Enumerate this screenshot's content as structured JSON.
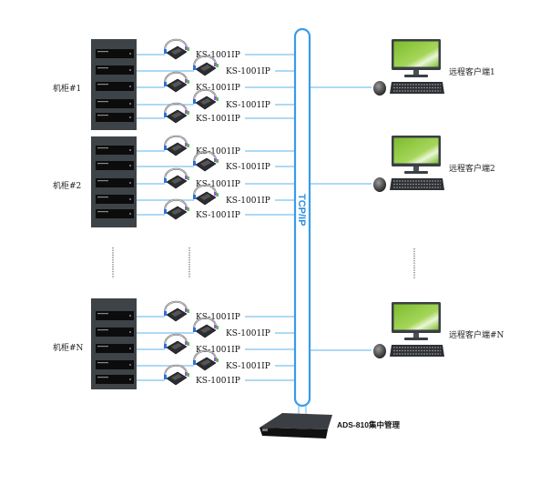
{
  "diagram": {
    "bus_label": "TCP/IP",
    "colors": {
      "bus": "#3a9be8",
      "link": "#7cc3ef",
      "rack": "#3d4347",
      "rack_slot": "#0c0c0c",
      "screen": "#8cc63f",
      "ellipsis": "#666666"
    },
    "racks": [
      {
        "label": "机柜#1",
        "modules": [
          {
            "label": "KS-1001IP",
            "offset": "near"
          },
          {
            "label": "KS-1001IP",
            "offset": "far"
          },
          {
            "label": "KS-1001IP",
            "offset": "near"
          },
          {
            "label": "KS-1001IP",
            "offset": "far"
          },
          {
            "label": "KS-1001IP",
            "offset": "near"
          }
        ]
      },
      {
        "label": "机柜#2",
        "modules": [
          {
            "label": "KS-1001IP",
            "offset": "near"
          },
          {
            "label": "KS-1001IP",
            "offset": "far"
          },
          {
            "label": "KS-1001IP",
            "offset": "near"
          },
          {
            "label": "KS-1001IP",
            "offset": "far"
          },
          {
            "label": "KS-1001IP",
            "offset": "near"
          }
        ]
      },
      {
        "label": "机柜#N",
        "modules": [
          {
            "label": "KS-1001IP",
            "offset": "near"
          },
          {
            "label": "KS-1001IP",
            "offset": "far"
          },
          {
            "label": "KS-1001IP",
            "offset": "near"
          },
          {
            "label": "KS-1001IP",
            "offset": "far"
          },
          {
            "label": "KS-1001IP",
            "offset": "near"
          }
        ]
      }
    ],
    "clients": [
      {
        "label": "远程客户端1"
      },
      {
        "label": "远程客户端2"
      },
      {
        "label": "远程客户端#N"
      }
    ],
    "management": {
      "label": "ADS-810集中管理"
    }
  }
}
